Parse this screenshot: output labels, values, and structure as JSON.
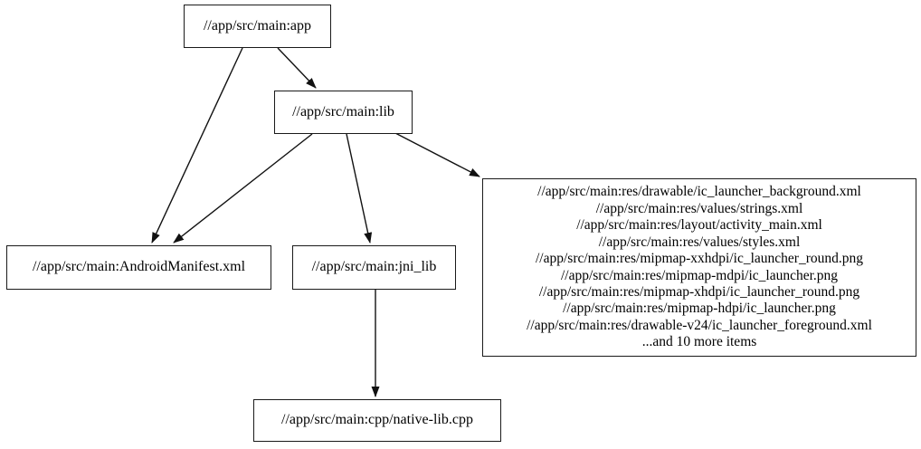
{
  "graph": {
    "type": "dependency-graph",
    "background_color": "#ffffff",
    "node_border_color": "#1a1a1a",
    "edge_color": "#111111",
    "text_color": "#000000",
    "nodes": {
      "app": {
        "label": "//app/src/main:app"
      },
      "lib": {
        "label": "//app/src/main:lib"
      },
      "android_manifest": {
        "label": "//app/src/main:AndroidManifest.xml"
      },
      "jni_lib": {
        "label": "//app/src/main:jni_lib"
      },
      "res_files": {
        "lines": [
          "//app/src/main:res/drawable/ic_launcher_background.xml",
          "//app/src/main:res/values/strings.xml",
          "//app/src/main:res/layout/activity_main.xml",
          "//app/src/main:res/values/styles.xml",
          "//app/src/main:res/mipmap-xxhdpi/ic_launcher_round.png",
          "//app/src/main:res/mipmap-mdpi/ic_launcher.png",
          "//app/src/main:res/mipmap-xhdpi/ic_launcher_round.png",
          "//app/src/main:res/mipmap-hdpi/ic_launcher.png",
          "//app/src/main:res/drawable-v24/ic_launcher_foreground.xml",
          "...and 10 more items"
        ]
      },
      "native_lib_cpp": {
        "label": "//app/src/main:cpp/native-lib.cpp"
      }
    },
    "edges": [
      {
        "from": "//app/src/main:app",
        "to": "//app/src/main:lib"
      },
      {
        "from": "//app/src/main:app",
        "to": "//app/src/main:AndroidManifest.xml"
      },
      {
        "from": "//app/src/main:lib",
        "to": "//app/src/main:AndroidManifest.xml"
      },
      {
        "from": "//app/src/main:lib",
        "to": "//app/src/main:jni_lib"
      },
      {
        "from": "//app/src/main:lib",
        "to": "res_files_group"
      },
      {
        "from": "//app/src/main:jni_lib",
        "to": "//app/src/main:cpp/native-lib.cpp"
      }
    ]
  }
}
